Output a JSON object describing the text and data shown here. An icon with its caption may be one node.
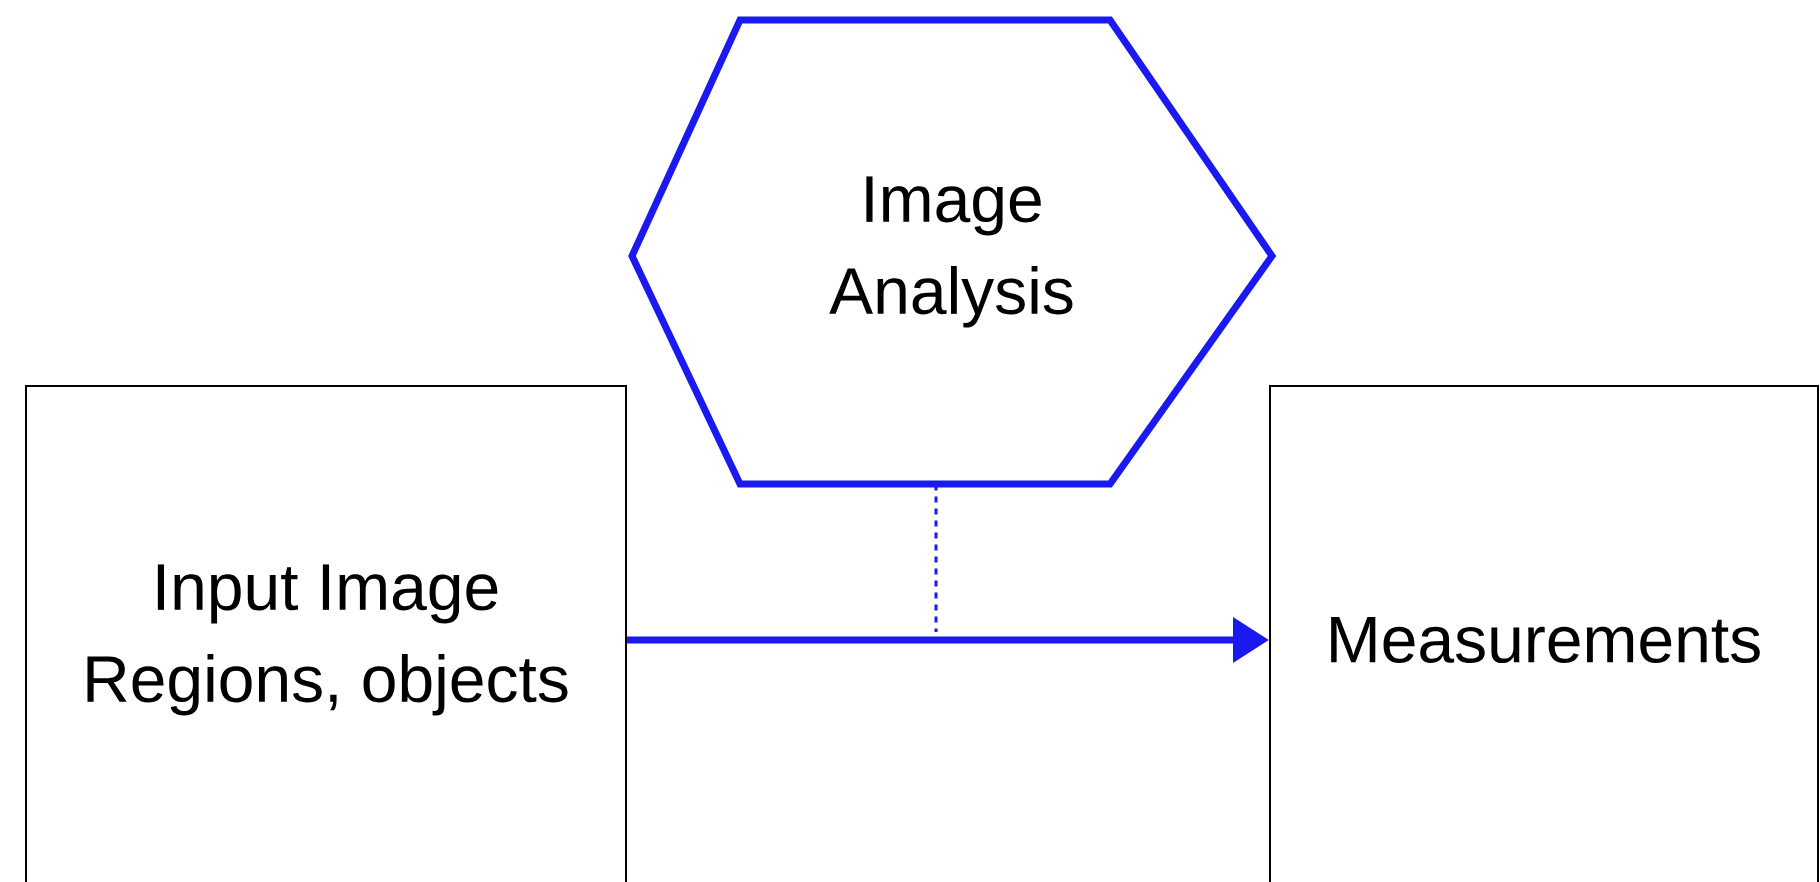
{
  "diagram": {
    "nodes": [
      {
        "text": [
          "Input Image",
          "Regions, objects"
        ]
      },
      {
        "text": [
          "Image",
          "Analysis"
        ]
      },
      {
        "text": [
          "Measurements"
        ]
      }
    ],
    "edges": [
      {
        "from": 0,
        "to": 2,
        "arrow": "to",
        "style": "thick"
      },
      {
        "from": 1,
        "to": null,
        "arrow": "none",
        "style": "dashed"
      }
    ]
  }
}
